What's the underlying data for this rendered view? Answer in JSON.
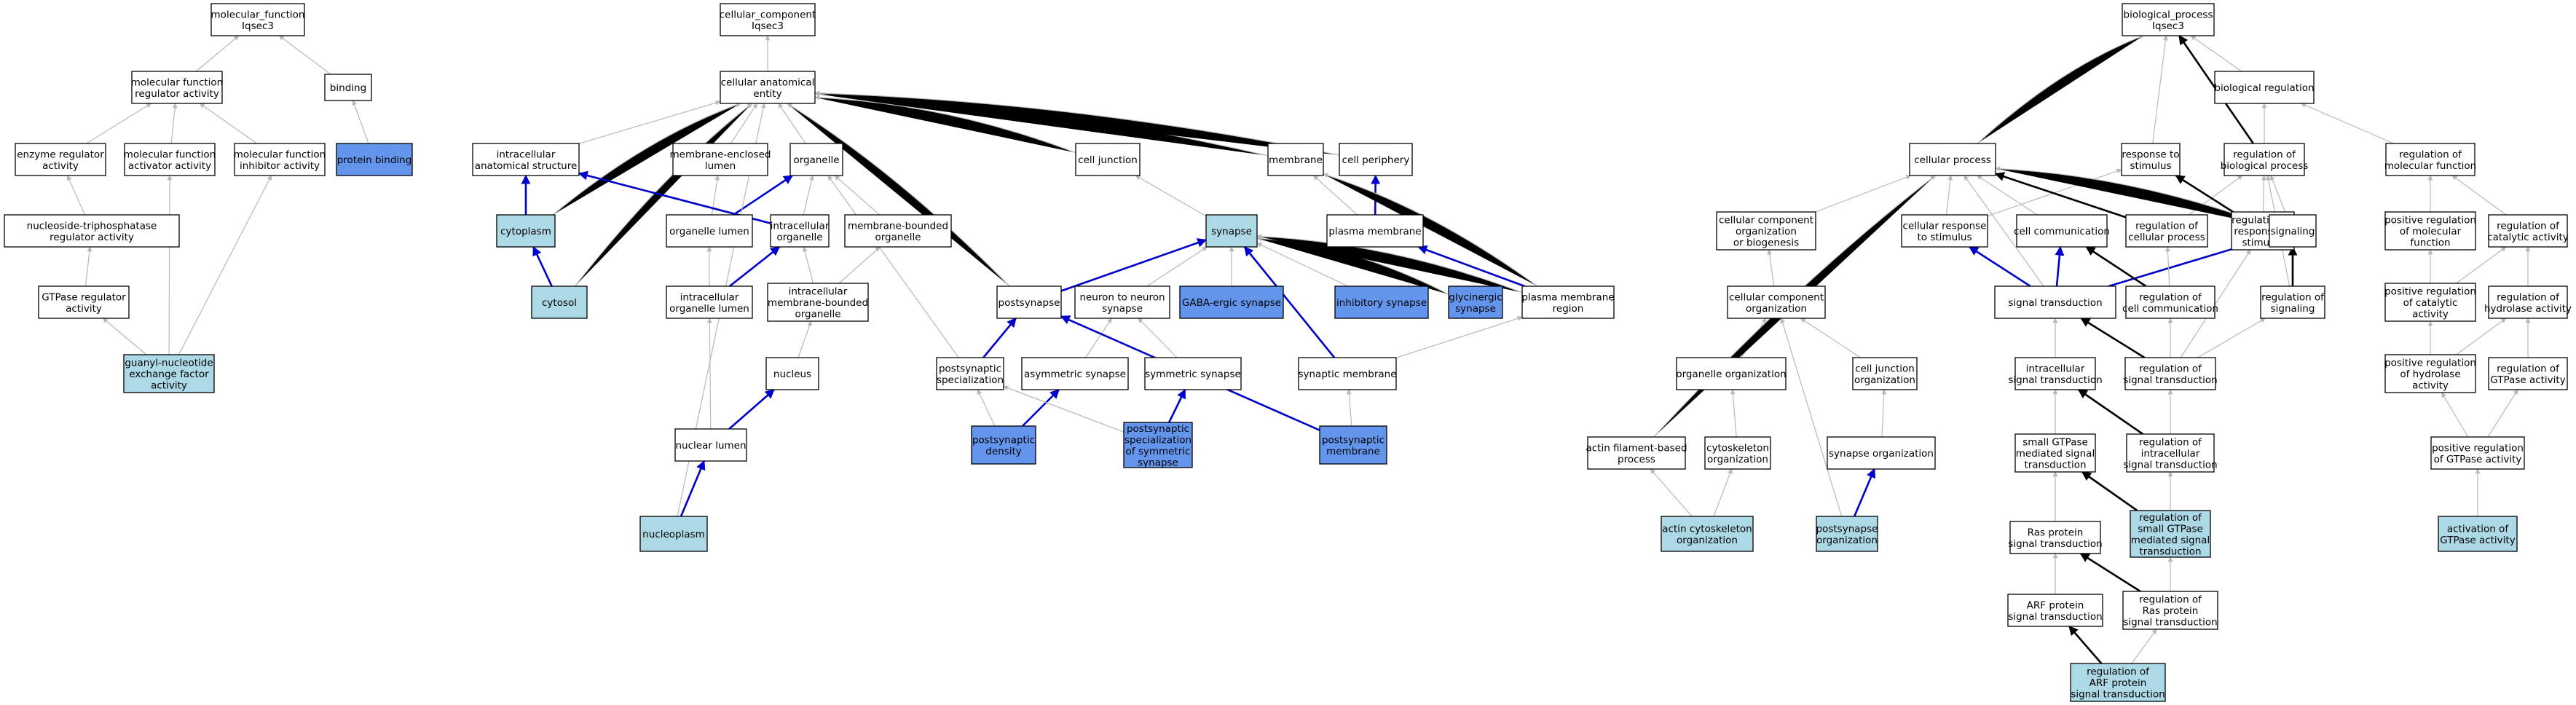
{
  "colors": {
    "plain": "#ffffff",
    "light": "#add8e6",
    "dark": "#6495ed",
    "edge_gray": "#b8b8b8",
    "edge_blue": "#0000cd",
    "edge_black": "#000000"
  },
  "nodes": [
    {
      "id": "mf",
      "label": [
        "molecular_function",
        "Iqsec3"
      ],
      "fill": "plain"
    },
    {
      "id": "mfra",
      "label": [
        "molecular function",
        "regulator activity"
      ],
      "fill": "plain"
    },
    {
      "id": "binding",
      "label": [
        "binding"
      ],
      "fill": "plain"
    },
    {
      "id": "era",
      "label": [
        "enzyme regulator",
        "activity"
      ],
      "fill": "plain"
    },
    {
      "id": "mfaa",
      "label": [
        "molecular function",
        "activator activity"
      ],
      "fill": "plain"
    },
    {
      "id": "mfia",
      "label": [
        "molecular function",
        "inhibitor activity"
      ],
      "fill": "plain"
    },
    {
      "id": "pb",
      "label": [
        "protein binding"
      ],
      "fill": "dark"
    },
    {
      "id": "ntpra",
      "label": [
        "nucleoside-triphosphatase",
        "regulator activity"
      ],
      "fill": "plain"
    },
    {
      "id": "gtpra",
      "label": [
        "GTPase regulator",
        "activity"
      ],
      "fill": "plain"
    },
    {
      "id": "gnef",
      "label": [
        "guanyl-nucleotide",
        "exchange factor",
        "activity"
      ],
      "fill": "light"
    },
    {
      "id": "cc",
      "label": [
        "cellular_component",
        "Iqsec3"
      ],
      "fill": "plain"
    },
    {
      "id": "cae",
      "label": [
        "cellular anatomical",
        "entity"
      ],
      "fill": "plain"
    },
    {
      "id": "ias",
      "label": [
        "intracellular",
        "anatomical structure"
      ],
      "fill": "plain"
    },
    {
      "id": "mel",
      "label": [
        "membrane-enclosed",
        "lumen"
      ],
      "fill": "plain"
    },
    {
      "id": "organelle",
      "label": [
        "organelle"
      ],
      "fill": "plain"
    },
    {
      "id": "cj",
      "label": [
        "cell junction"
      ],
      "fill": "plain"
    },
    {
      "id": "membrane",
      "label": [
        "membrane"
      ],
      "fill": "plain"
    },
    {
      "id": "cp",
      "label": [
        "cell periphery"
      ],
      "fill": "plain"
    },
    {
      "id": "cytoplasm",
      "label": [
        "cytoplasm"
      ],
      "fill": "light"
    },
    {
      "id": "ol",
      "label": [
        "organelle lumen"
      ],
      "fill": "plain"
    },
    {
      "id": "io",
      "label": [
        "intracellular",
        "organelle"
      ],
      "fill": "plain"
    },
    {
      "id": "mbo",
      "label": [
        "membrane-bounded",
        "organelle"
      ],
      "fill": "plain"
    },
    {
      "id": "synapse",
      "label": [
        "synapse"
      ],
      "fill": "light"
    },
    {
      "id": "pm",
      "label": [
        "plasma membrane"
      ],
      "fill": "plain"
    },
    {
      "id": "cytosol",
      "label": [
        "cytosol"
      ],
      "fill": "light"
    },
    {
      "id": "iol",
      "label": [
        "intracellular",
        "organelle lumen"
      ],
      "fill": "plain"
    },
    {
      "id": "imbo",
      "label": [
        "intracellular",
        "membrane-bounded",
        "organelle"
      ],
      "fill": "plain"
    },
    {
      "id": "postsyn",
      "label": [
        "postsynapse"
      ],
      "fill": "plain"
    },
    {
      "id": "n2n",
      "label": [
        "neuron to neuron",
        "synapse"
      ],
      "fill": "plain"
    },
    {
      "id": "gaba",
      "label": [
        "GABA-ergic synapse"
      ],
      "fill": "dark"
    },
    {
      "id": "inhib",
      "label": [
        "inhibitory synapse"
      ],
      "fill": "dark"
    },
    {
      "id": "glyc",
      "label": [
        "glycinergic",
        "synapse"
      ],
      "fill": "dark"
    },
    {
      "id": "pmr",
      "label": [
        "plasma membrane",
        "region"
      ],
      "fill": "plain"
    },
    {
      "id": "nucleus",
      "label": [
        "nucleus"
      ],
      "fill": "plain"
    },
    {
      "id": "psspec",
      "label": [
        "postsynaptic",
        "specialization"
      ],
      "fill": "plain"
    },
    {
      "id": "asym",
      "label": [
        "asymmetric synapse"
      ],
      "fill": "plain"
    },
    {
      "id": "sym",
      "label": [
        "symmetric synapse"
      ],
      "fill": "plain"
    },
    {
      "id": "synmem",
      "label": [
        "synaptic membrane"
      ],
      "fill": "plain"
    },
    {
      "id": "nuclumen",
      "label": [
        "nuclear lumen"
      ],
      "fill": "plain"
    },
    {
      "id": "psd",
      "label": [
        "postsynaptic",
        "density"
      ],
      "fill": "dark"
    },
    {
      "id": "psss",
      "label": [
        "postsynaptic",
        "specialization",
        "of symmetric",
        "synapse"
      ],
      "fill": "dark"
    },
    {
      "id": "psm",
      "label": [
        "postsynaptic",
        "membrane"
      ],
      "fill": "dark"
    },
    {
      "id": "nucleoplasm",
      "label": [
        "nucleoplasm"
      ],
      "fill": "light"
    },
    {
      "id": "bp",
      "label": [
        "biological_process",
        "Iqsec3"
      ],
      "fill": "plain"
    },
    {
      "id": "br",
      "label": [
        "biological regulation"
      ],
      "fill": "plain"
    },
    {
      "id": "cellproc",
      "label": [
        "cellular process"
      ],
      "fill": "plain"
    },
    {
      "id": "rts",
      "label": [
        "response to",
        "stimulus"
      ],
      "fill": "plain"
    },
    {
      "id": "rbp",
      "label": [
        "regulation of",
        "biological process"
      ],
      "fill": "plain"
    },
    {
      "id": "rmf",
      "label": [
        "regulation of",
        "molecular function"
      ],
      "fill": "plain"
    },
    {
      "id": "ccob",
      "label": [
        "cellular component",
        "organization",
        "or biogenesis"
      ],
      "fill": "plain"
    },
    {
      "id": "crts",
      "label": [
        "cellular response",
        "to stimulus"
      ],
      "fill": "plain"
    },
    {
      "id": "cellcomm",
      "label": [
        "cell communication"
      ],
      "fill": "plain"
    },
    {
      "id": "rcp",
      "label": [
        "regulation of",
        "cellular process"
      ],
      "fill": "plain"
    },
    {
      "id": "rrs",
      "label": [
        "regulation of",
        "response to",
        "stimulus"
      ],
      "fill": "plain"
    },
    {
      "id": "signaling",
      "label": [
        "signaling"
      ],
      "fill": "plain"
    },
    {
      "id": "prmf",
      "label": [
        "positive regulation",
        "of molecular",
        "function"
      ],
      "fill": "plain"
    },
    {
      "id": "rca",
      "label": [
        "regulation of",
        "catalytic activity"
      ],
      "fill": "plain"
    },
    {
      "id": "cco",
      "label": [
        "cellular component",
        "organization"
      ],
      "fill": "plain"
    },
    {
      "id": "st",
      "label": [
        "signal transduction"
      ],
      "fill": "plain"
    },
    {
      "id": "rcc",
      "label": [
        "regulation of",
        "cell communication"
      ],
      "fill": "plain"
    },
    {
      "id": "rsig",
      "label": [
        "regulation of",
        "signaling"
      ],
      "fill": "plain"
    },
    {
      "id": "prca",
      "label": [
        "positive regulation",
        "of catalytic",
        "activity"
      ],
      "fill": "plain"
    },
    {
      "id": "rha",
      "label": [
        "regulation of",
        "hydrolase activity"
      ],
      "fill": "plain"
    },
    {
      "id": "oo",
      "label": [
        "organelle organization"
      ],
      "fill": "plain"
    },
    {
      "id": "cjo",
      "label": [
        "cell junction",
        "organization"
      ],
      "fill": "plain"
    },
    {
      "id": "ist",
      "label": [
        "intracellular",
        "signal transduction"
      ],
      "fill": "plain"
    },
    {
      "id": "rst",
      "label": [
        "regulation of",
        "signal transduction"
      ],
      "fill": "plain"
    },
    {
      "id": "prha",
      "label": [
        "positive regulation",
        "of hydrolase",
        "activity"
      ],
      "fill": "plain"
    },
    {
      "id": "rgtpa",
      "label": [
        "regulation of",
        "GTPase activity"
      ],
      "fill": "plain"
    },
    {
      "id": "afbp",
      "label": [
        "actin filament-based",
        "process"
      ],
      "fill": "plain"
    },
    {
      "id": "cso",
      "label": [
        "cytoskeleton",
        "organization"
      ],
      "fill": "plain"
    },
    {
      "id": "so",
      "label": [
        "synapse organization"
      ],
      "fill": "plain"
    },
    {
      "id": "sgtp",
      "label": [
        "small GTPase",
        "mediated signal",
        "transduction"
      ],
      "fill": "plain"
    },
    {
      "id": "rist",
      "label": [
        "regulation of",
        "intracellular",
        "signal transduction"
      ],
      "fill": "plain"
    },
    {
      "id": "prgtpa",
      "label": [
        "positive regulation",
        "of GTPase activity"
      ],
      "fill": "plain"
    },
    {
      "id": "aco",
      "label": [
        "actin cytoskeleton",
        "organization"
      ],
      "fill": "light"
    },
    {
      "id": "pso",
      "label": [
        "postsynapse",
        "organization"
      ],
      "fill": "light"
    },
    {
      "id": "ras",
      "label": [
        "Ras protein",
        "signal transduction"
      ],
      "fill": "plain"
    },
    {
      "id": "rsgtp",
      "label": [
        "regulation of",
        "small GTPase",
        "mediated signal",
        "transduction"
      ],
      "fill": "light"
    },
    {
      "id": "agtpa",
      "label": [
        "activation of",
        "GTPase activity"
      ],
      "fill": "light"
    },
    {
      "id": "arf",
      "label": [
        "ARF protein",
        "signal transduction"
      ],
      "fill": "plain"
    },
    {
      "id": "rras",
      "label": [
        "regulation of",
        "Ras protein",
        "signal transduction"
      ],
      "fill": "plain"
    },
    {
      "id": "rarf",
      "label": [
        "regulation of",
        "ARF protein",
        "signal transduction"
      ],
      "fill": "light"
    }
  ],
  "edges": [
    [
      "mfra",
      "mf",
      "gray"
    ],
    [
      "binding",
      "mf",
      "gray"
    ],
    [
      "era",
      "mfra",
      "gray"
    ],
    [
      "mfaa",
      "mfra",
      "gray"
    ],
    [
      "mfia",
      "mfra",
      "gray"
    ],
    [
      "pb",
      "binding",
      "gray"
    ],
    [
      "ntpra",
      "era",
      "gray"
    ],
    [
      "gtpra",
      "ntpra",
      "gray"
    ],
    [
      "gnef",
      "gtpra",
      "gray"
    ],
    [
      "gnef",
      "mfaa",
      "gray"
    ],
    [
      "gnef",
      "mfia",
      "gray"
    ],
    [
      "cae",
      "cc",
      "gray"
    ],
    [
      "ias",
      "cae",
      "gray"
    ],
    [
      "mel",
      "cae",
      "gray"
    ],
    [
      "organelle",
      "cae",
      "gray"
    ],
    [
      "cj",
      "cae",
      "gray"
    ],
    [
      "membrane",
      "cae",
      "gray"
    ],
    [
      "cp",
      "cae",
      "gray"
    ],
    [
      "cytoplasm",
      "ias",
      "blue"
    ],
    [
      "cytoplasm",
      "cae",
      "gray"
    ],
    [
      "cytosol",
      "cytoplasm",
      "blue"
    ],
    [
      "cytosol",
      "cae",
      "gray"
    ],
    [
      "ol",
      "organelle",
      "blue"
    ],
    [
      "ol",
      "mel",
      "gray"
    ],
    [
      "io",
      "organelle",
      "gray"
    ],
    [
      "io",
      "ias",
      "blue"
    ],
    [
      "mbo",
      "organelle",
      "gray"
    ],
    [
      "iol",
      "ol",
      "gray"
    ],
    [
      "iol",
      "io",
      "blue"
    ],
    [
      "imbo",
      "io",
      "gray"
    ],
    [
      "imbo",
      "mbo",
      "gray"
    ],
    [
      "nucleus",
      "imbo",
      "gray"
    ],
    [
      "nuclumen",
      "iol",
      "gray"
    ],
    [
      "nuclumen",
      "nucleus",
      "blue"
    ],
    [
      "nucleoplasm",
      "nuclumen",
      "blue"
    ],
    [
      "nucleoplasm",
      "cae",
      "gray"
    ],
    [
      "synapse",
      "cj",
      "gray"
    ],
    [
      "pm",
      "membrane",
      "gray"
    ],
    [
      "pm",
      "cp",
      "blue"
    ],
    [
      "postsyn",
      "synapse",
      "blue"
    ],
    [
      "postsyn",
      "cae",
      "gray"
    ],
    [
      "n2n",
      "synapse",
      "gray"
    ],
    [
      "gaba",
      "synapse",
      "gray"
    ],
    [
      "inhib",
      "synapse",
      "gray"
    ],
    [
      "glyc",
      "synapse",
      "gray"
    ],
    [
      "pmr",
      "pm",
      "blue"
    ],
    [
      "pmr",
      "membrane",
      "gray"
    ],
    [
      "pmr",
      "synapse",
      "gray"
    ],
    [
      "psspec",
      "postsyn",
      "blue"
    ],
    [
      "psspec",
      "organelle",
      "gray"
    ],
    [
      "asym",
      "n2n",
      "gray"
    ],
    [
      "sym",
      "n2n",
      "gray"
    ],
    [
      "synmem",
      "synapse",
      "blue"
    ],
    [
      "synmem",
      "pmr",
      "gray"
    ],
    [
      "psd",
      "asym",
      "blue"
    ],
    [
      "psd",
      "psspec",
      "gray"
    ],
    [
      "psss",
      "sym",
      "blue"
    ],
    [
      "psss",
      "psspec",
      "gray"
    ],
    [
      "psm",
      "postsyn",
      "blue"
    ],
    [
      "psm",
      "synmem",
      "gray"
    ],
    [
      "cellproc",
      "bp",
      "gray"
    ],
    [
      "rts",
      "bp",
      "gray"
    ],
    [
      "br",
      "bp",
      "gray"
    ],
    [
      "rbp",
      "bp",
      "black"
    ],
    [
      "rbp",
      "br",
      "gray"
    ],
    [
      "rmf",
      "br",
      "gray"
    ],
    [
      "ccob",
      "cellproc",
      "gray"
    ],
    [
      "crts",
      "cellproc",
      "gray"
    ],
    [
      "crts",
      "rts",
      "gray"
    ],
    [
      "cellcomm",
      "cellproc",
      "gray"
    ],
    [
      "rcp",
      "cellproc",
      "black"
    ],
    [
      "rcp",
      "rbp",
      "gray"
    ],
    [
      "rrs",
      "rts",
      "black"
    ],
    [
      "rrs",
      "rbp",
      "gray"
    ],
    [
      "signaling",
      "cellproc",
      "gray"
    ],
    [
      "signaling",
      "rbp",
      "gray"
    ],
    [
      "prmf",
      "rmf",
      "gray"
    ],
    [
      "rca",
      "rmf",
      "gray"
    ],
    [
      "cco",
      "ccob",
      "gray"
    ],
    [
      "st",
      "crts",
      "blue"
    ],
    [
      "st",
      "cellcomm",
      "blue"
    ],
    [
      "st",
      "signaling",
      "blue"
    ],
    [
      "st",
      "cellproc",
      "gray"
    ],
    [
      "rcc",
      "cellcomm",
      "black"
    ],
    [
      "rcc",
      "rcp",
      "gray"
    ],
    [
      "rsig",
      "signaling",
      "black"
    ],
    [
      "rsig",
      "rbp",
      "gray"
    ],
    [
      "prca",
      "prmf",
      "gray"
    ],
    [
      "prca",
      "rca",
      "gray"
    ],
    [
      "rha",
      "rca",
      "gray"
    ],
    [
      "oo",
      "cco",
      "gray"
    ],
    [
      "cjo",
      "cco",
      "gray"
    ],
    [
      "ist",
      "st",
      "gray"
    ],
    [
      "rst",
      "st",
      "black"
    ],
    [
      "rst",
      "rcc",
      "gray"
    ],
    [
      "rst",
      "rsig",
      "gray"
    ],
    [
      "rst",
      "rrs",
      "gray"
    ],
    [
      "prha",
      "prca",
      "gray"
    ],
    [
      "prha",
      "rha",
      "gray"
    ],
    [
      "rgtpa",
      "rha",
      "gray"
    ],
    [
      "afbp",
      "cellproc",
      "gray"
    ],
    [
      "cso",
      "oo",
      "gray"
    ],
    [
      "so",
      "cjo",
      "gray"
    ],
    [
      "sgtp",
      "ist",
      "gray"
    ],
    [
      "rist",
      "ist",
      "black"
    ],
    [
      "rist",
      "rst",
      "gray"
    ],
    [
      "prgtpa",
      "prha",
      "gray"
    ],
    [
      "prgtpa",
      "rgtpa",
      "gray"
    ],
    [
      "aco",
      "afbp",
      "gray"
    ],
    [
      "aco",
      "cso",
      "gray"
    ],
    [
      "pso",
      "so",
      "blue"
    ],
    [
      "pso",
      "cco",
      "gray"
    ],
    [
      "ras",
      "sgtp",
      "gray"
    ],
    [
      "rsgtp",
      "sgtp",
      "black"
    ],
    [
      "rsgtp",
      "rist",
      "gray"
    ],
    [
      "agtpa",
      "prgtpa",
      "gray"
    ],
    [
      "arf",
      "ras",
      "gray"
    ],
    [
      "rras",
      "ras",
      "black"
    ],
    [
      "rras",
      "rsgtp",
      "gray"
    ],
    [
      "rarf",
      "arf",
      "black"
    ],
    [
      "rarf",
      "rras",
      "gray"
    ]
  ]
}
